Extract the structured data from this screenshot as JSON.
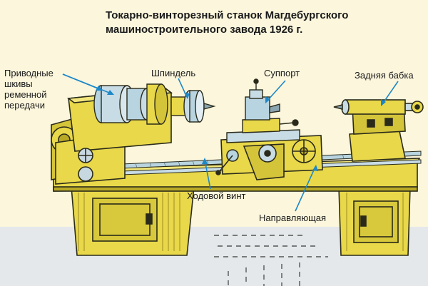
{
  "title": {
    "line1": "Токарно-винторезный станок Магдебургского",
    "line2": "машиностроительного завода 1926 г."
  },
  "labels": {
    "drive_pulleys": [
      "Приводные",
      "шкивы",
      "ременной",
      "передачи"
    ],
    "spindle": "Шпиндель",
    "support": "Суппорт",
    "tailstock": "Задняя бабка",
    "lead_screw": "Ходовой винт",
    "guide": "Направляющая"
  },
  "colors": {
    "background": "#fbf6dc",
    "machine_yellow": "#e8d84a",
    "machine_shadow": "#b8a826",
    "steel_blue": "#b8d4e0",
    "leader_line": "#1e88c8",
    "outline": "#2a2a1a",
    "floor": "#e4e8ea"
  }
}
